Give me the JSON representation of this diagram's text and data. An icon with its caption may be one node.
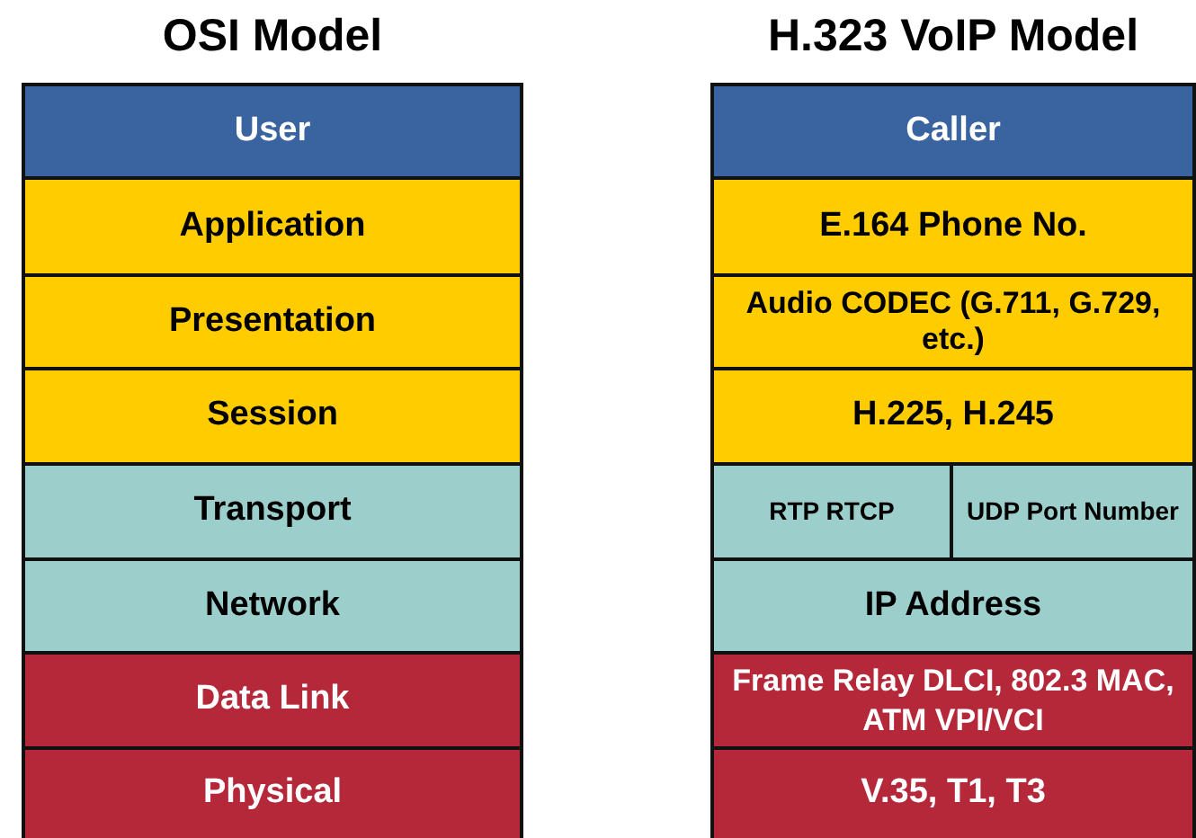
{
  "diagram": {
    "nodes": [
      {
        "text": [
          "User"
        ]
      },
      {
        "text": [
          "Application"
        ]
      },
      {
        "text": [
          "Presentation"
        ]
      },
      {
        "text": [
          "Session"
        ]
      },
      {
        "text": [
          "Transport"
        ]
      },
      {
        "text": [
          "Network"
        ]
      },
      {
        "text": [
          "Data Link"
        ]
      },
      {
        "text": [
          "Physical"
        ]
      },
      {
        "text": [
          "Caller"
        ]
      },
      {
        "text": [
          "E.164 Phone No."
        ]
      },
      {
        "text": [
          "Audio CODEC (G.711, G.729, etc.)"
        ]
      },
      {
        "text": [
          "H.225, H.245"
        ]
      },
      {
        "text": [
          "RTP RTCP"
        ]
      },
      {
        "text": [
          "UDP Port Number"
        ]
      },
      {
        "text": [
          "IP Address"
        ]
      },
      {
        "text": [
          "Frame Relay DLCI, 802.3 MAC, ATM VPI/VCI"
        ]
      },
      {
        "text": [
          "V.35, T1, T3"
        ]
      }
    ],
    "edges": [],
    "labels": [
      "OSI Model",
      "H.323 VoIP Model"
    ]
  }
}
